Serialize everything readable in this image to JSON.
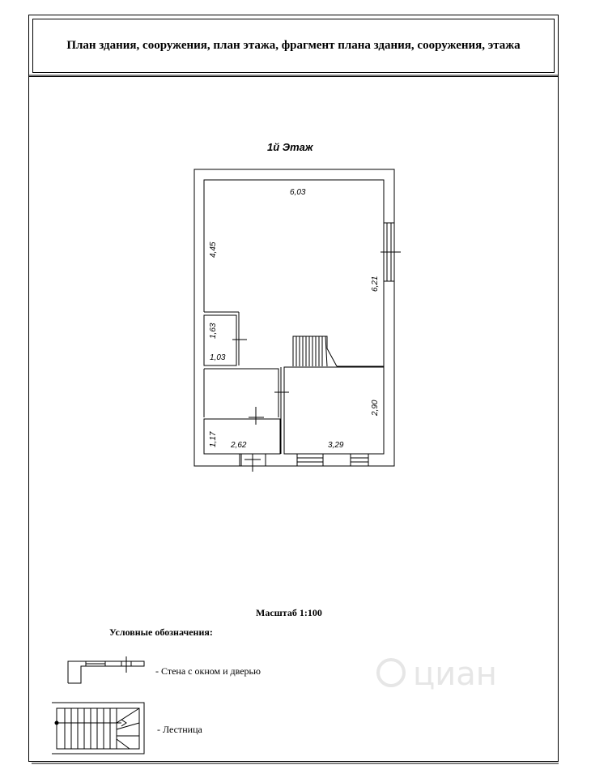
{
  "header": {
    "title": "План здания, сооружения, план этажа, фрагмент плана здания, сооружения, этажа"
  },
  "floor_title": "1й Этаж",
  "dimensions": {
    "top_width": "6,03",
    "left_height": "4,45",
    "right_height": "6,21",
    "closet_height": "1,63",
    "closet_width": "1,03",
    "room_height": "2,90",
    "room_width": "3,29",
    "small_height": "1,17",
    "small_width": "2,62"
  },
  "scale": "Масштаб 1:100",
  "legend": {
    "title": "Условные обозначения:",
    "wall_label": "- Стена с окном и дверью",
    "stair_label": "- Лестница"
  },
  "watermark": "циан",
  "colors": {
    "line": "#000000",
    "watermark": "#e6e6e6"
  }
}
